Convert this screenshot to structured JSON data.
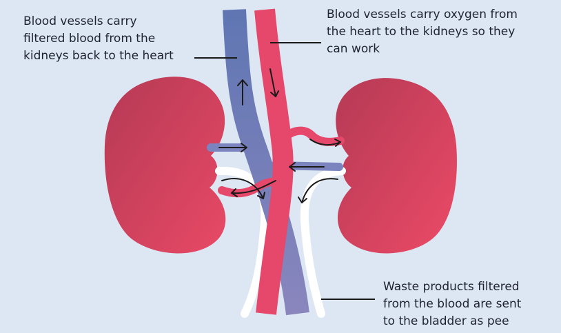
{
  "labels": {
    "return_vessels": "Blood vessels carry\nfiltered blood from the\nkidneys back to the heart",
    "supply_vessels": "Blood vessels carry oxygen from\nthe heart to the kidneys so they\ncan work",
    "waste": "Waste products filtered\nfrom the blood are sent\nto the bladder as pee"
  },
  "colors": {
    "background": "#dde7f3",
    "kidney_light": "#e84965",
    "kidney_dark": "#b53a55",
    "artery": "#e5486a",
    "vein": "#6678b4",
    "ureter": "#ffffff",
    "arrow": "#1a1a1a"
  }
}
